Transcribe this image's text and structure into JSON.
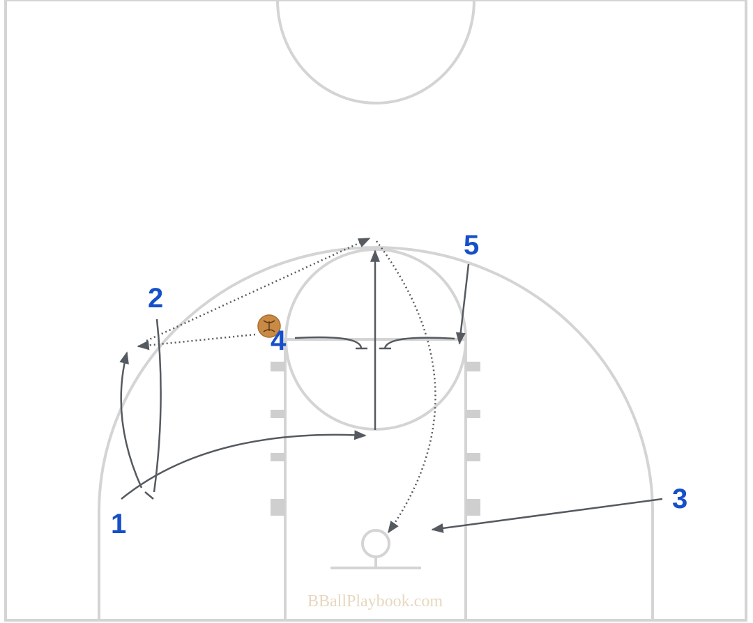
{
  "players": [
    {
      "id": "p1",
      "label": "1"
    },
    {
      "id": "p2",
      "label": "2"
    },
    {
      "id": "p3",
      "label": "3"
    },
    {
      "id": "p4",
      "label": "4"
    },
    {
      "id": "p5",
      "label": "5"
    }
  ],
  "watermark": "BBallPlaybook.com",
  "colors": {
    "court_lines": "#d4d4d4",
    "player_labels": "#1650c8",
    "movement_lines": "#555a60",
    "ball": "#c98a45"
  },
  "icons": {
    "ball": "basketball-icon",
    "basket": "basket-hoop-icon"
  }
}
